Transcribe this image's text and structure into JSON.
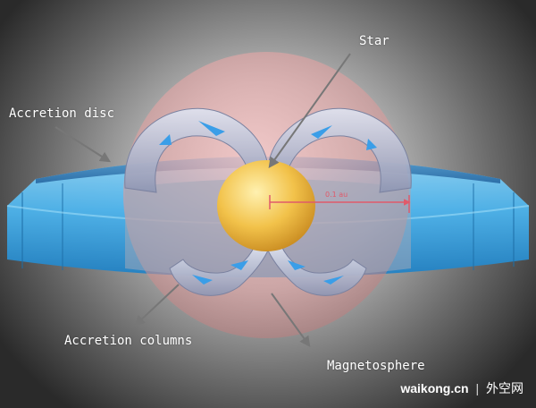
{
  "labels": {
    "star": "Star",
    "accretion_disc": "Accretion disc",
    "accretion_columns": "Accretion columns",
    "magnetosphere": "Magnetosphere"
  },
  "scale": {
    "text": "0.1 au"
  },
  "watermark": {
    "brand": "waikong.cn",
    "separator": "|",
    "chinese": "外空网"
  },
  "colors": {
    "disc": "#3aa6e0",
    "star": "#f0c04a",
    "magnetosphere": "#e6a3a3",
    "columns": "#b9bfd4",
    "scale_line": "#e05a6a",
    "flow_arrows": "#3a9ee8"
  }
}
